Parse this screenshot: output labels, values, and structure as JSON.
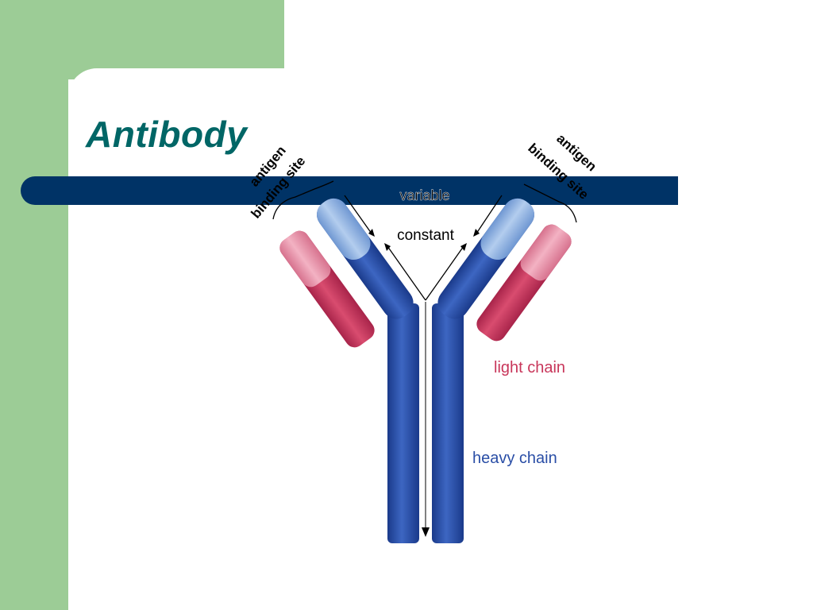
{
  "slide": {
    "title": "Antibody"
  },
  "diagram": {
    "labels": {
      "antigen_left": "antigen",
      "binding_site_left": "binding site",
      "antigen_right": "antigen",
      "binding_site_right": "binding site",
      "variable": "variable",
      "constant": "constant",
      "light_chain": "light chain",
      "heavy_chain": "heavy chain"
    },
    "colors": {
      "heavy_chain": "#2a4ea6",
      "heavy_chain_variable": "#8fb4e0",
      "light_chain": "#c8365a",
      "light_chain_variable": "#e88ea6",
      "background_green": "#9ccc96",
      "bar_navy": "#003366",
      "title_teal": "#006666"
    }
  }
}
